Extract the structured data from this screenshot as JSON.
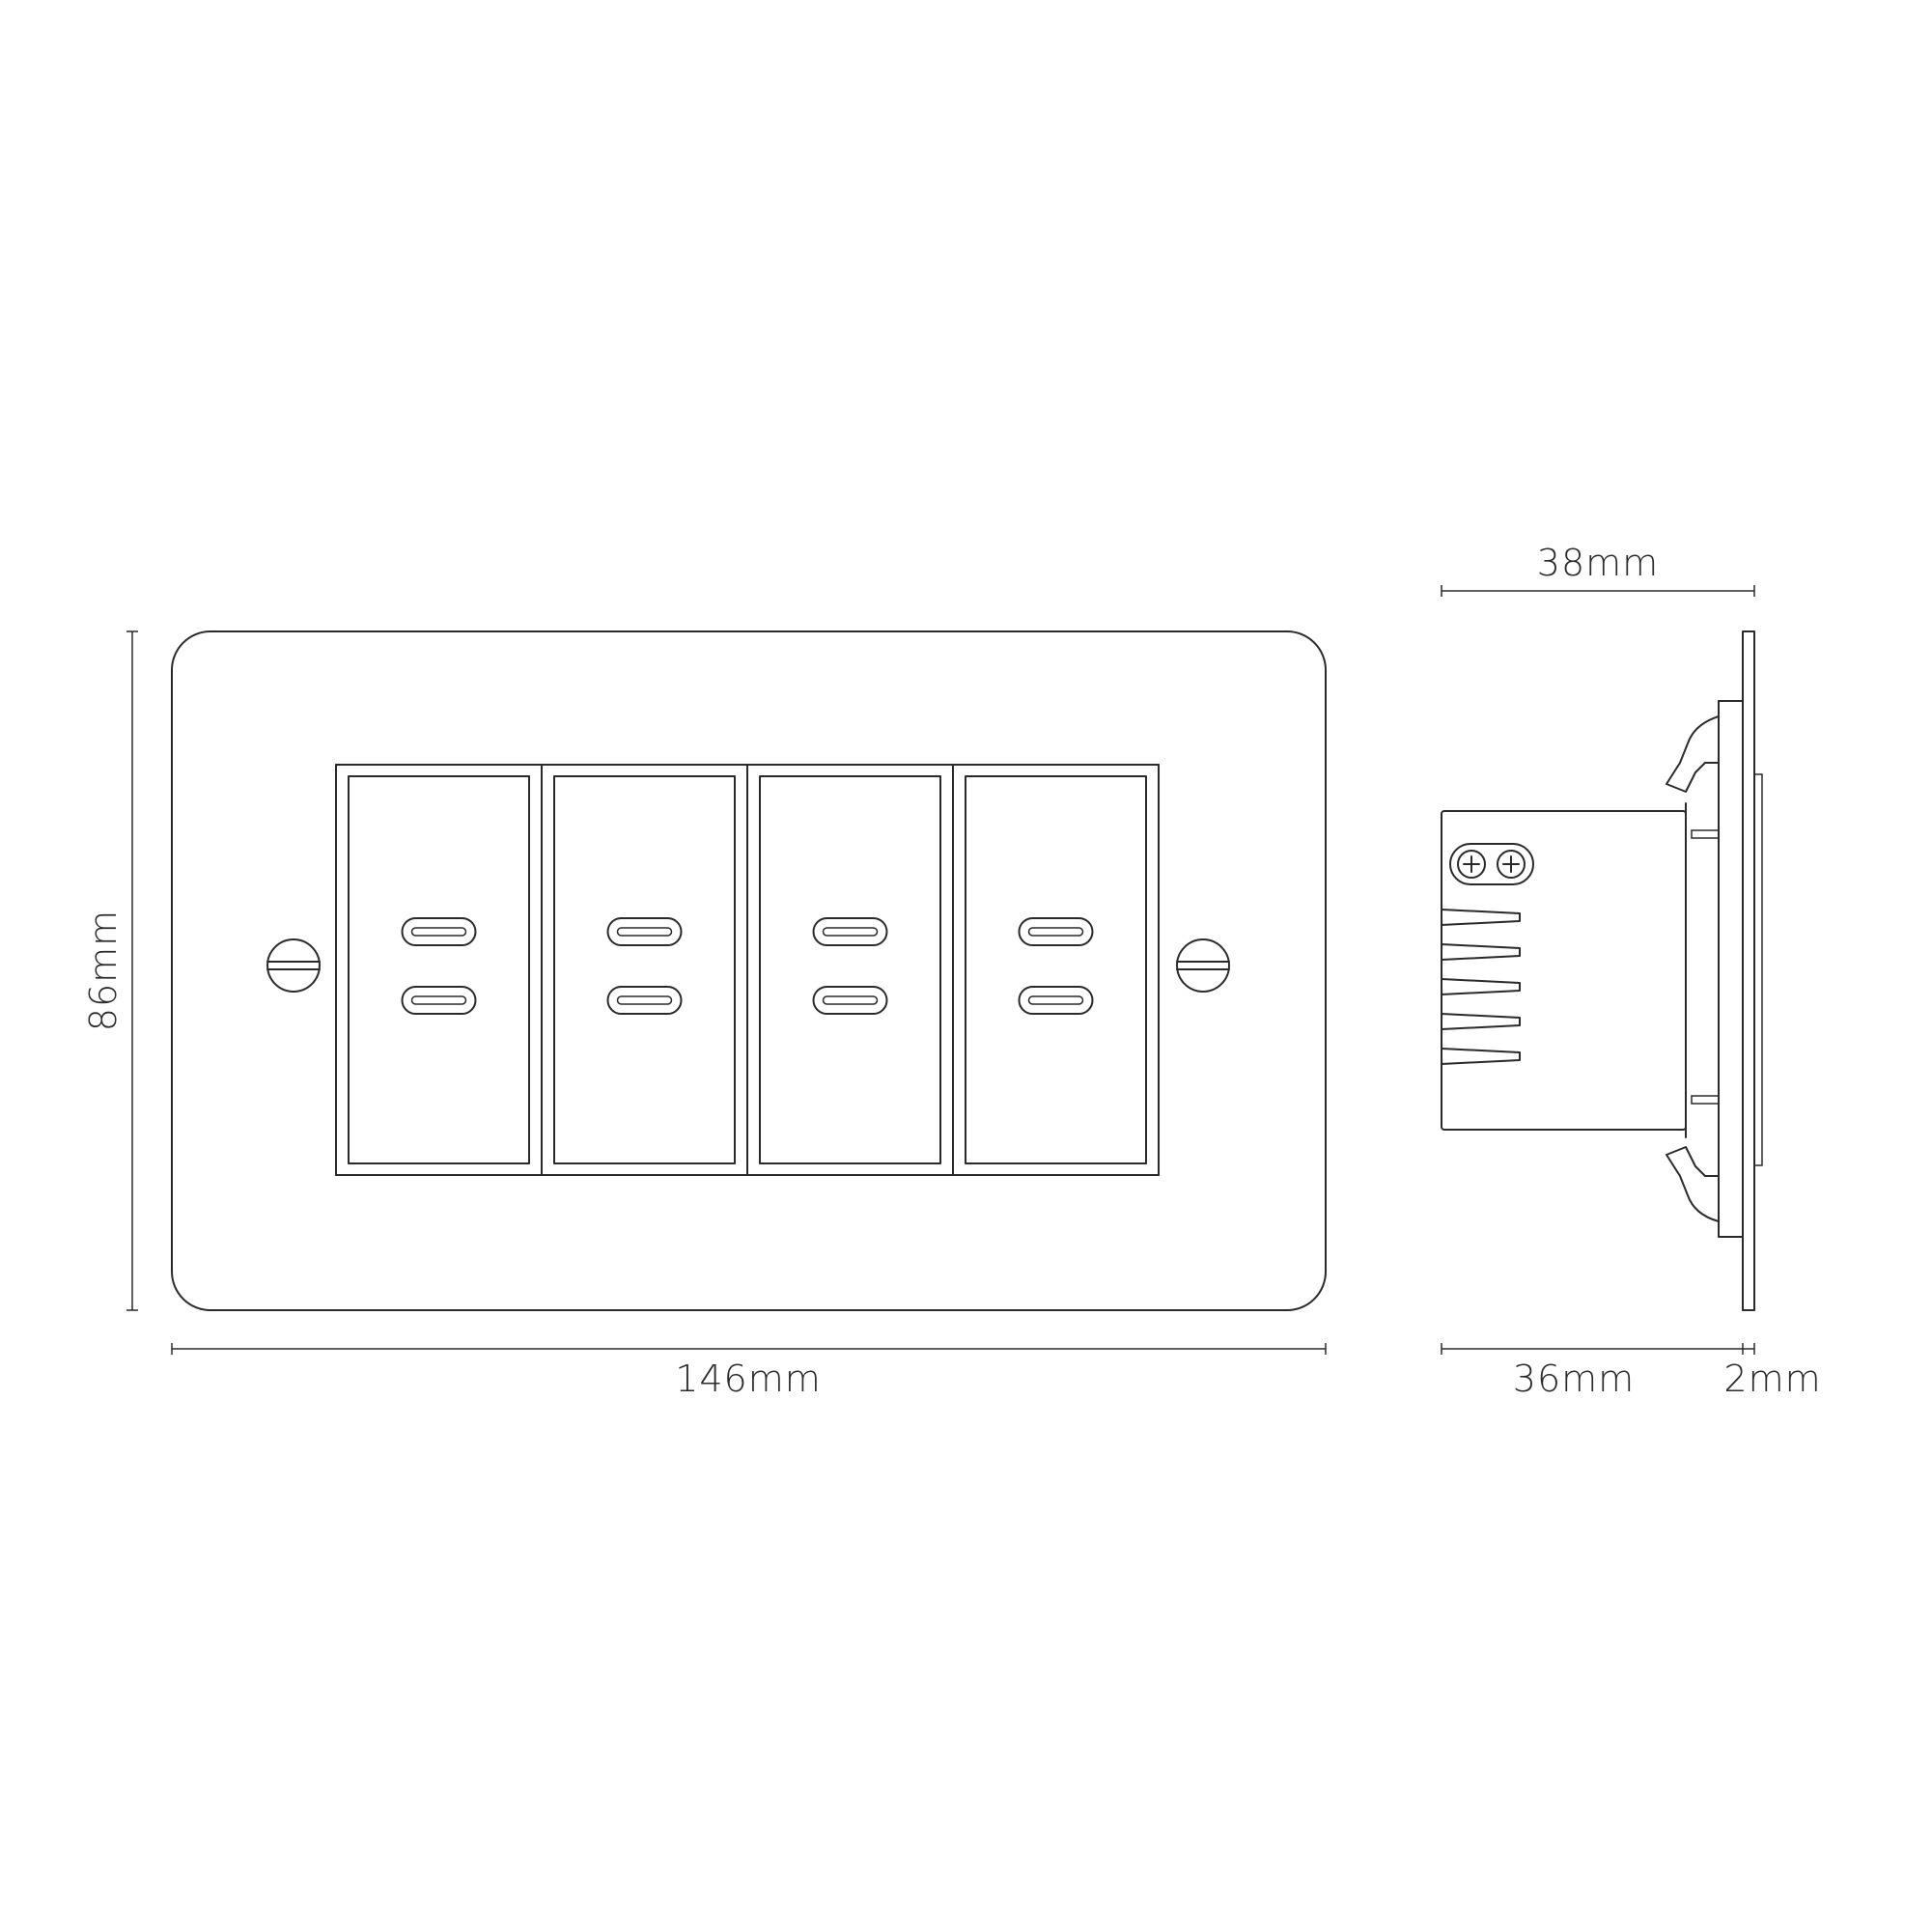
{
  "dimensions": {
    "width_label": "146mm",
    "height_label": "86mm",
    "side_depth_label": "38mm",
    "side_body_label": "36mm",
    "side_plate_label": "2mm"
  },
  "views": {
    "front": {
      "module_count": 4
    },
    "side": {}
  },
  "colors": {
    "line": "#2a2a2a",
    "background": "#ffffff"
  }
}
